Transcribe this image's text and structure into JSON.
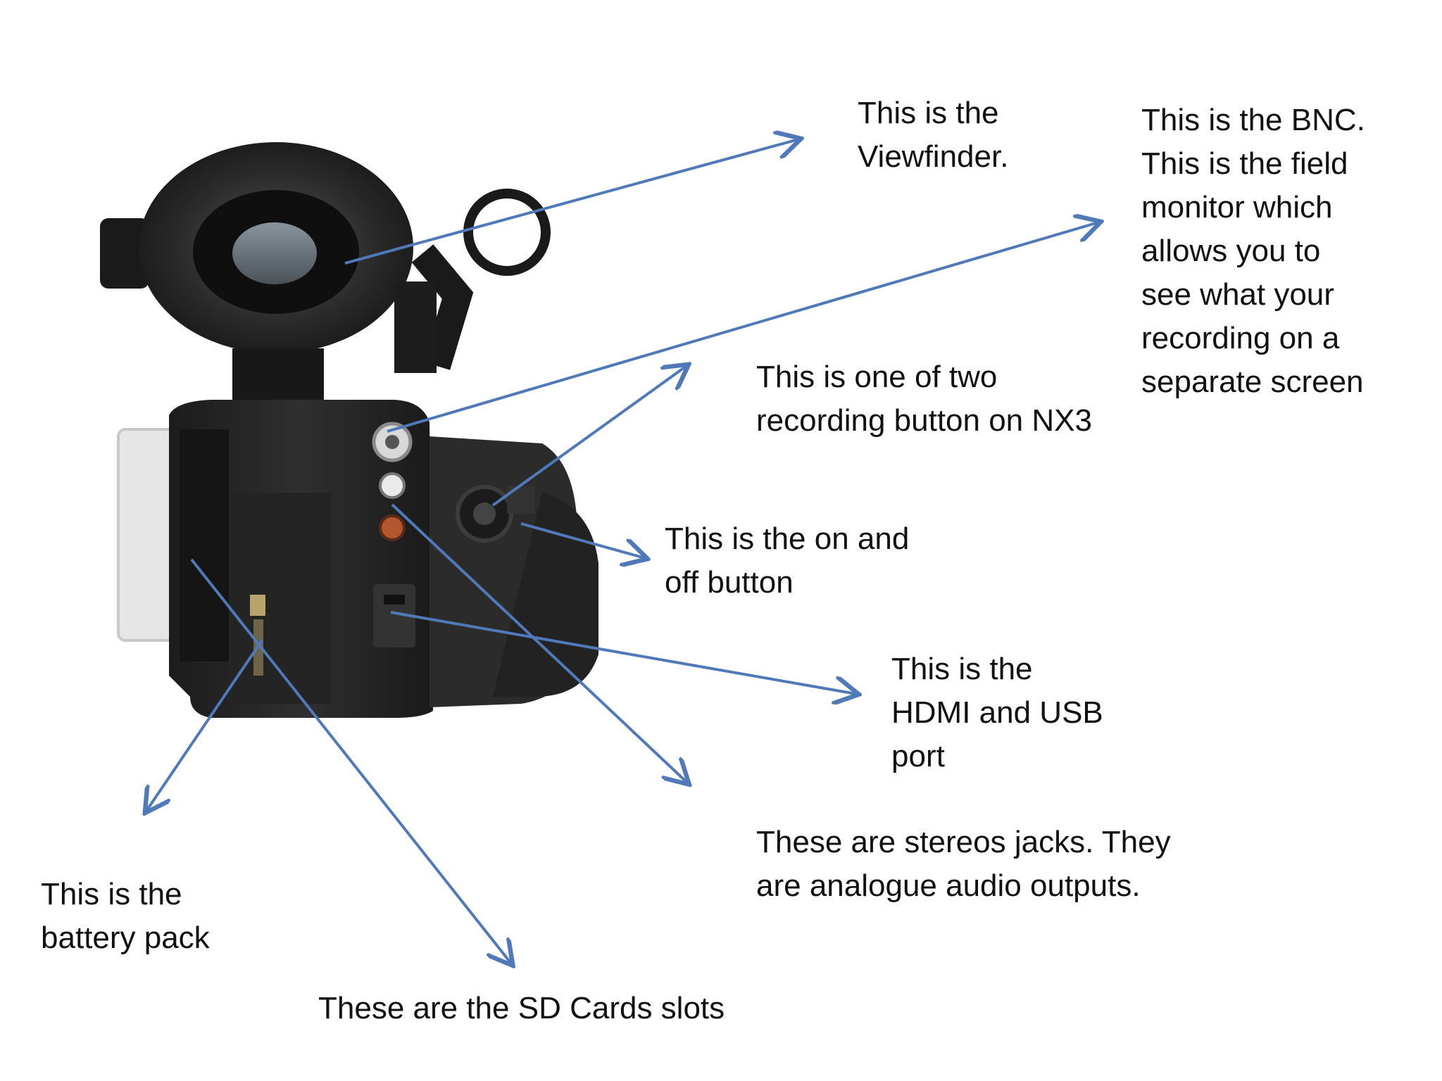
{
  "labels": {
    "viewfinder": "This is the\nViewfinder.",
    "bnc": "This is the BNC.\nThis is the field\nmonitor which\nallows you to\nsee what your\nrecording on a\nseparate screen",
    "record_button": "This is one of two\nrecording button on NX3",
    "power_button": "This is the on and\noff button",
    "hdmi_usb": "This is the\nHDMI and USB\nport",
    "stereo_jacks": "These are stereos jacks. They\nare analogue audio outputs.",
    "battery": "This is the\nbattery pack",
    "sd_cards": "These are the SD Cards slots"
  },
  "colors": {
    "arrow": "#4f79b8",
    "text": "#111111",
    "camera_body": "#2a2a2a"
  }
}
